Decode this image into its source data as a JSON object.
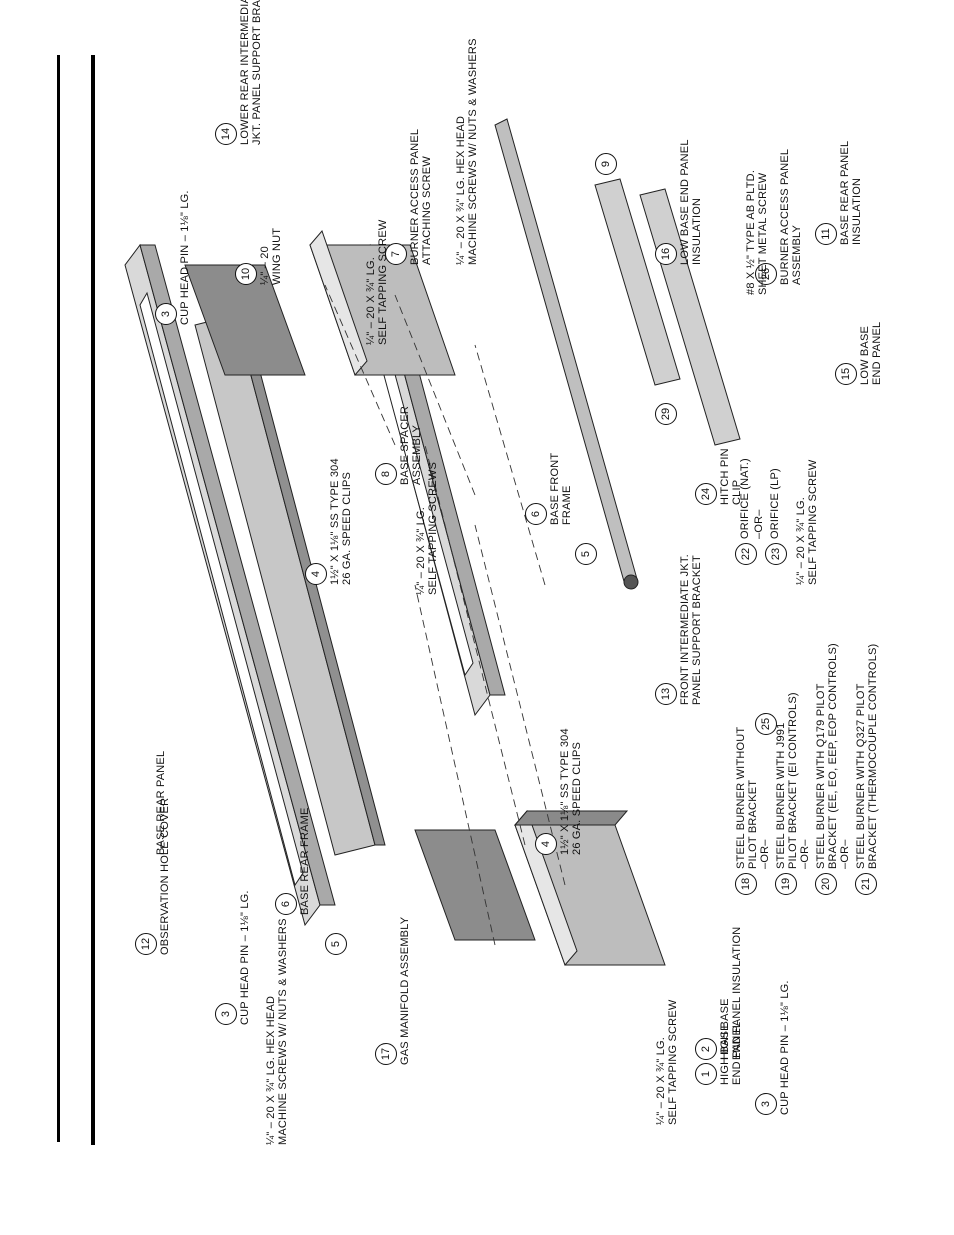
{
  "callouts": [
    {
      "num": "1",
      "text": "HIGH BASE\nEND PANEL"
    },
    {
      "num": "2",
      "text": "HIGH BASE\nEND PANEL INSULATION"
    },
    {
      "num": "3",
      "text": "CUP HEAD PIN – 1⅛\" LG."
    },
    {
      "num": "3",
      "text": "CUP HEAD PIN – 1⅛\" LG."
    },
    {
      "num": "3",
      "text": "CUP HEAD PIN – 1⅛\" LG."
    },
    {
      "num": "4",
      "text": "1½\" X 1⅛\" SS TYPE 304\n26 GA. SPEED CLIPS"
    },
    {
      "num": "4",
      "text": "1½\" X 1⅛\" SS TYPE 304\n26 GA. SPEED CLIPS"
    },
    {
      "num": "5",
      "text": ""
    },
    {
      "num": "5",
      "text": ""
    },
    {
      "num": "6",
      "text": "BASE REAR FRAME"
    },
    {
      "num": "6",
      "text": "BASE FRONT\nFRAME"
    },
    {
      "num": "7",
      "text": "BURNER ACCESS PANEL\nATTACHING SCREW"
    },
    {
      "num": "8",
      "text": "BASE SPACER\nASSEMBLY"
    },
    {
      "num": "9",
      "text": ""
    },
    {
      "num": "10",
      "text": "¼\" – 20\nWING NUT"
    },
    {
      "num": "11",
      "text": "BASE REAR PANEL\nINSULATION"
    },
    {
      "num": "12",
      "text": "OBSERVATION HOLE COVER"
    },
    {
      "num": "13",
      "text": "FRONT INTERMEDIATE JKT.\nPANEL SUPPORT BRACKET"
    },
    {
      "num": "14",
      "text": "LOWER REAR INTERMEDIATE\nJKT. PANEL SUPPORT BRACKET"
    },
    {
      "num": "15",
      "text": "LOW BASE\nEND PANEL"
    },
    {
      "num": "16",
      "text": "LOW BASE END PANEL\nINSULATION"
    },
    {
      "num": "17",
      "text": "GAS MANIFOLD ASSEMBLY"
    },
    {
      "num": "24",
      "text": "HITCH PIN\nCLIP"
    },
    {
      "num": "25",
      "text": ""
    },
    {
      "num": "26",
      "text": "BURNER ACCESS PANEL\nASSEMBLY"
    },
    {
      "num": "29",
      "text": ""
    }
  ],
  "plain_labels": [
    "BASE REAR PANEL",
    "¼\" – 20 X ¾\" LG. HEX HEAD\nMACHINE SCREWS W/ NUTS & WASHERS",
    "¼\" – 20 X ¾\" LG. HEX HEAD\nMACHINE SCREWS W/ NUTS & WASHERS",
    "¼\" – 20 X ¾\" LG.\nSELF TAPPING SCREWS",
    "¼\" – 20 X ¾\" LG.\nSELF TAPPING SCREW",
    "¼\" – 20 X ¾\" LG.\nSELF TAPPING SCREW",
    "¼\" – 20 X ¾\" LG.\nSELF TAPPING SCREW",
    "#8 X ½\" TYPE AB PLTD.\nSHEET METAL SCREW"
  ],
  "orifice": {
    "n22": "22",
    "t22": "ORIFICE (NAT.)",
    "or": "–OR–",
    "n23": "23",
    "t23": "ORIFICE (LP)"
  },
  "burners": [
    {
      "num": "18",
      "text": "STEEL BURNER WITHOUT\nPILOT BRACKET\n–OR–"
    },
    {
      "num": "19",
      "text": "STEEL BURNER WITH J991\nPILOT BRACKET (EI CONTROLS)\n–OR–"
    },
    {
      "num": "20",
      "text": "STEEL BURNER WITH Q179 PILOT\nBRACKET (EE, EO, EEP, EOP CONTROLS)\n–OR–"
    },
    {
      "num": "21",
      "text": "STEEL BURNER WITH Q327 PILOT\nBRACKET (THERMOCOUPLE CONTROLS)"
    }
  ]
}
